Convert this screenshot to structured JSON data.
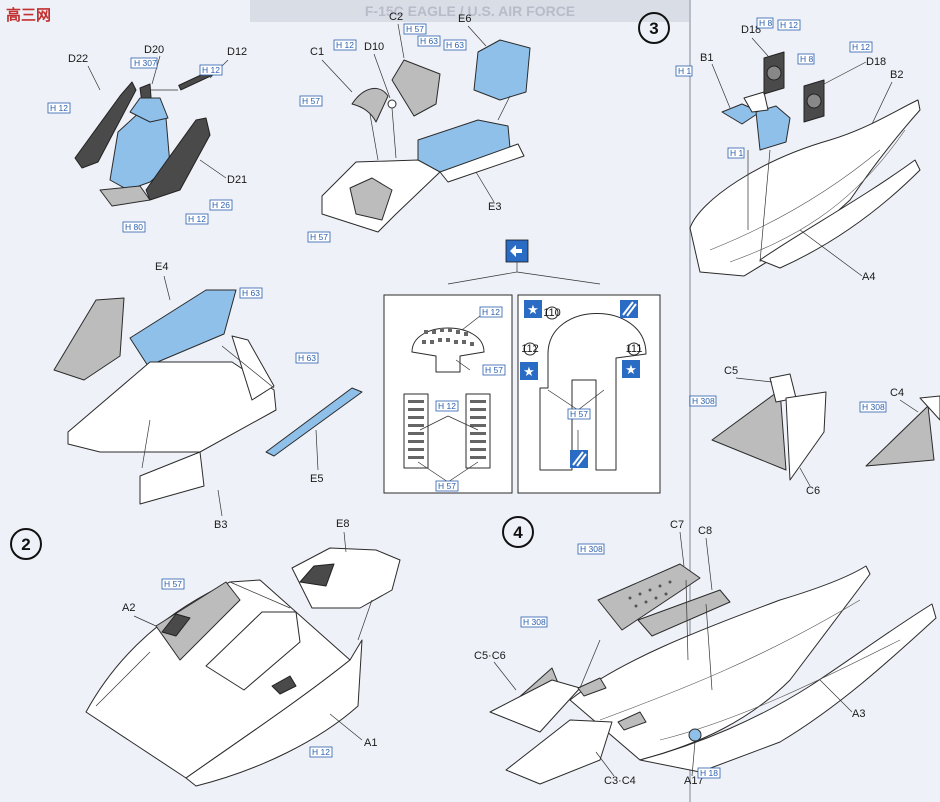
{
  "header": {
    "watermark": "高三网",
    "banner_text": "F-15C EAGLE / U.S. AIR FORCE"
  },
  "steps": [
    {
      "number": "2"
    },
    {
      "number": "3"
    },
    {
      "number": "4"
    }
  ],
  "parts": {
    "D22": "D22",
    "D20": "D20",
    "D12": "D12",
    "D21": "D21",
    "C1": "C1",
    "C2": "C2",
    "D10": "D10",
    "E6": "E6",
    "E3": "E3",
    "E4": "E4",
    "E5": "E5",
    "B3": "B3",
    "D18a": "D18",
    "D18b": "D18",
    "B1": "B1",
    "B2": "B2",
    "A4": "A4",
    "C5": "C5",
    "C6": "C6",
    "C4": "C4",
    "A2": "A2",
    "E8": "E8",
    "A1": "A1",
    "C7": "C7",
    "C8": "C8",
    "C5C6": "C5·C6",
    "C3C4": "C3·C4",
    "A3": "A3",
    "A17": "A17"
  },
  "paint_codes": {
    "h307": "H 307",
    "h12": "H 12",
    "h80": "H 80",
    "h26": "H 26",
    "h57": "H 57",
    "h63": "H 63",
    "h8": "H 8",
    "h1": "H 1",
    "h308": "H 308",
    "h18": "H 18"
  },
  "decals": {
    "d110": "110",
    "d112": "112",
    "d111": "111"
  },
  "colors": {
    "blue_part": "#8fc0ea",
    "paint_code": "#2a5fae",
    "dark_part": "#4a4a4a",
    "paper": "#eef1f7"
  }
}
